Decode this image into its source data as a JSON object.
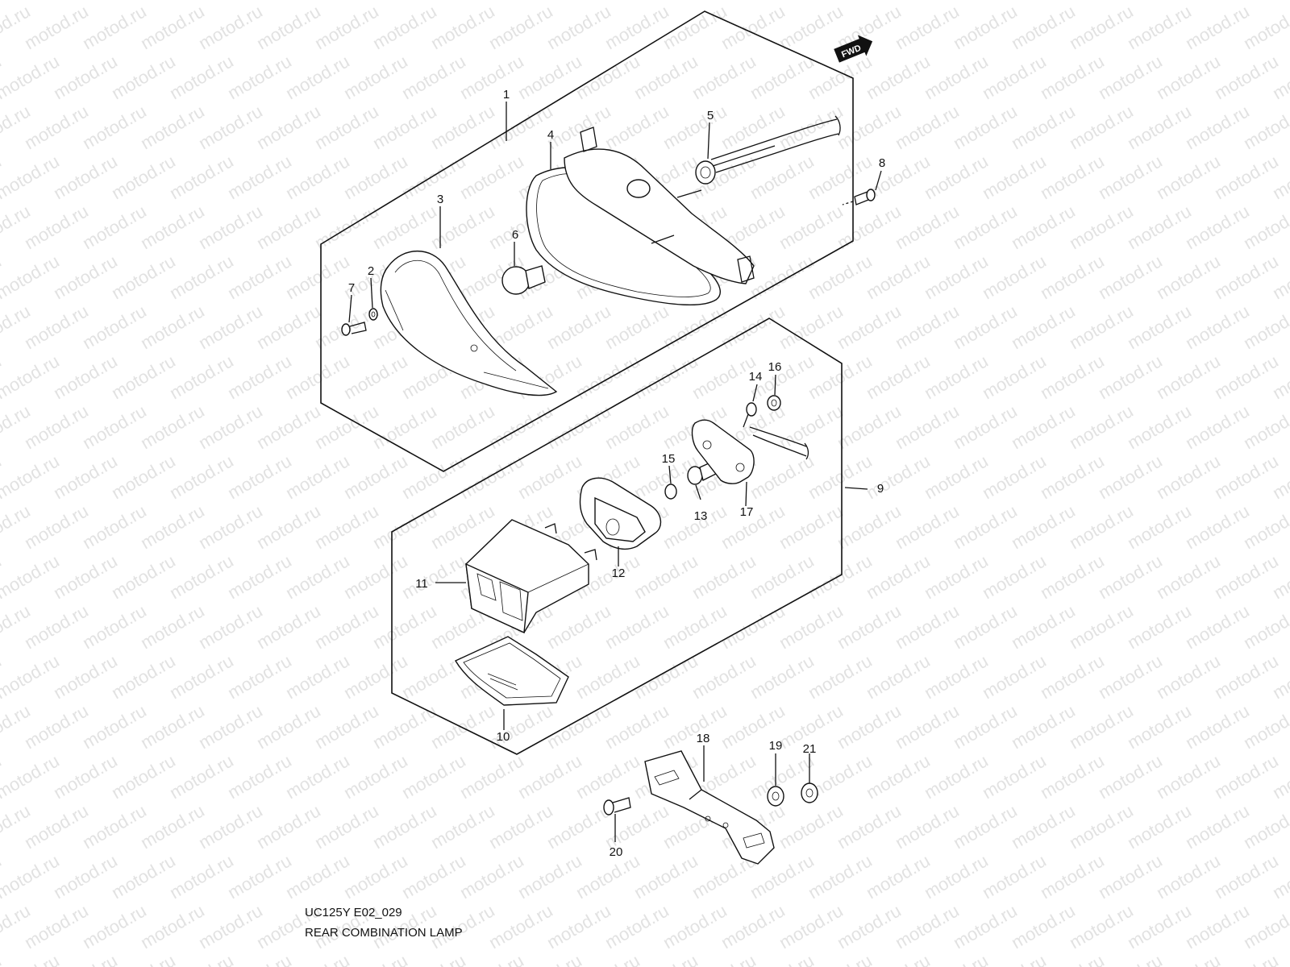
{
  "watermark": "motod.ru",
  "fwd_badge": "FWD",
  "labels": {
    "n1": "1",
    "n2": "2",
    "n3": "3",
    "n4": "4",
    "n5": "5",
    "n6": "6",
    "n7": "7",
    "n8": "8",
    "n9": "9",
    "n10": "10",
    "n11": "11",
    "n12": "12",
    "n13": "13",
    "n14": "14",
    "n15": "15",
    "n16": "16",
    "n17": "17",
    "n18": "18",
    "n19": "19",
    "n20": "20",
    "n21": "21"
  },
  "caption": {
    "code": "UC125Y E02_029",
    "title": "REAR COMBINATION LAMP"
  }
}
